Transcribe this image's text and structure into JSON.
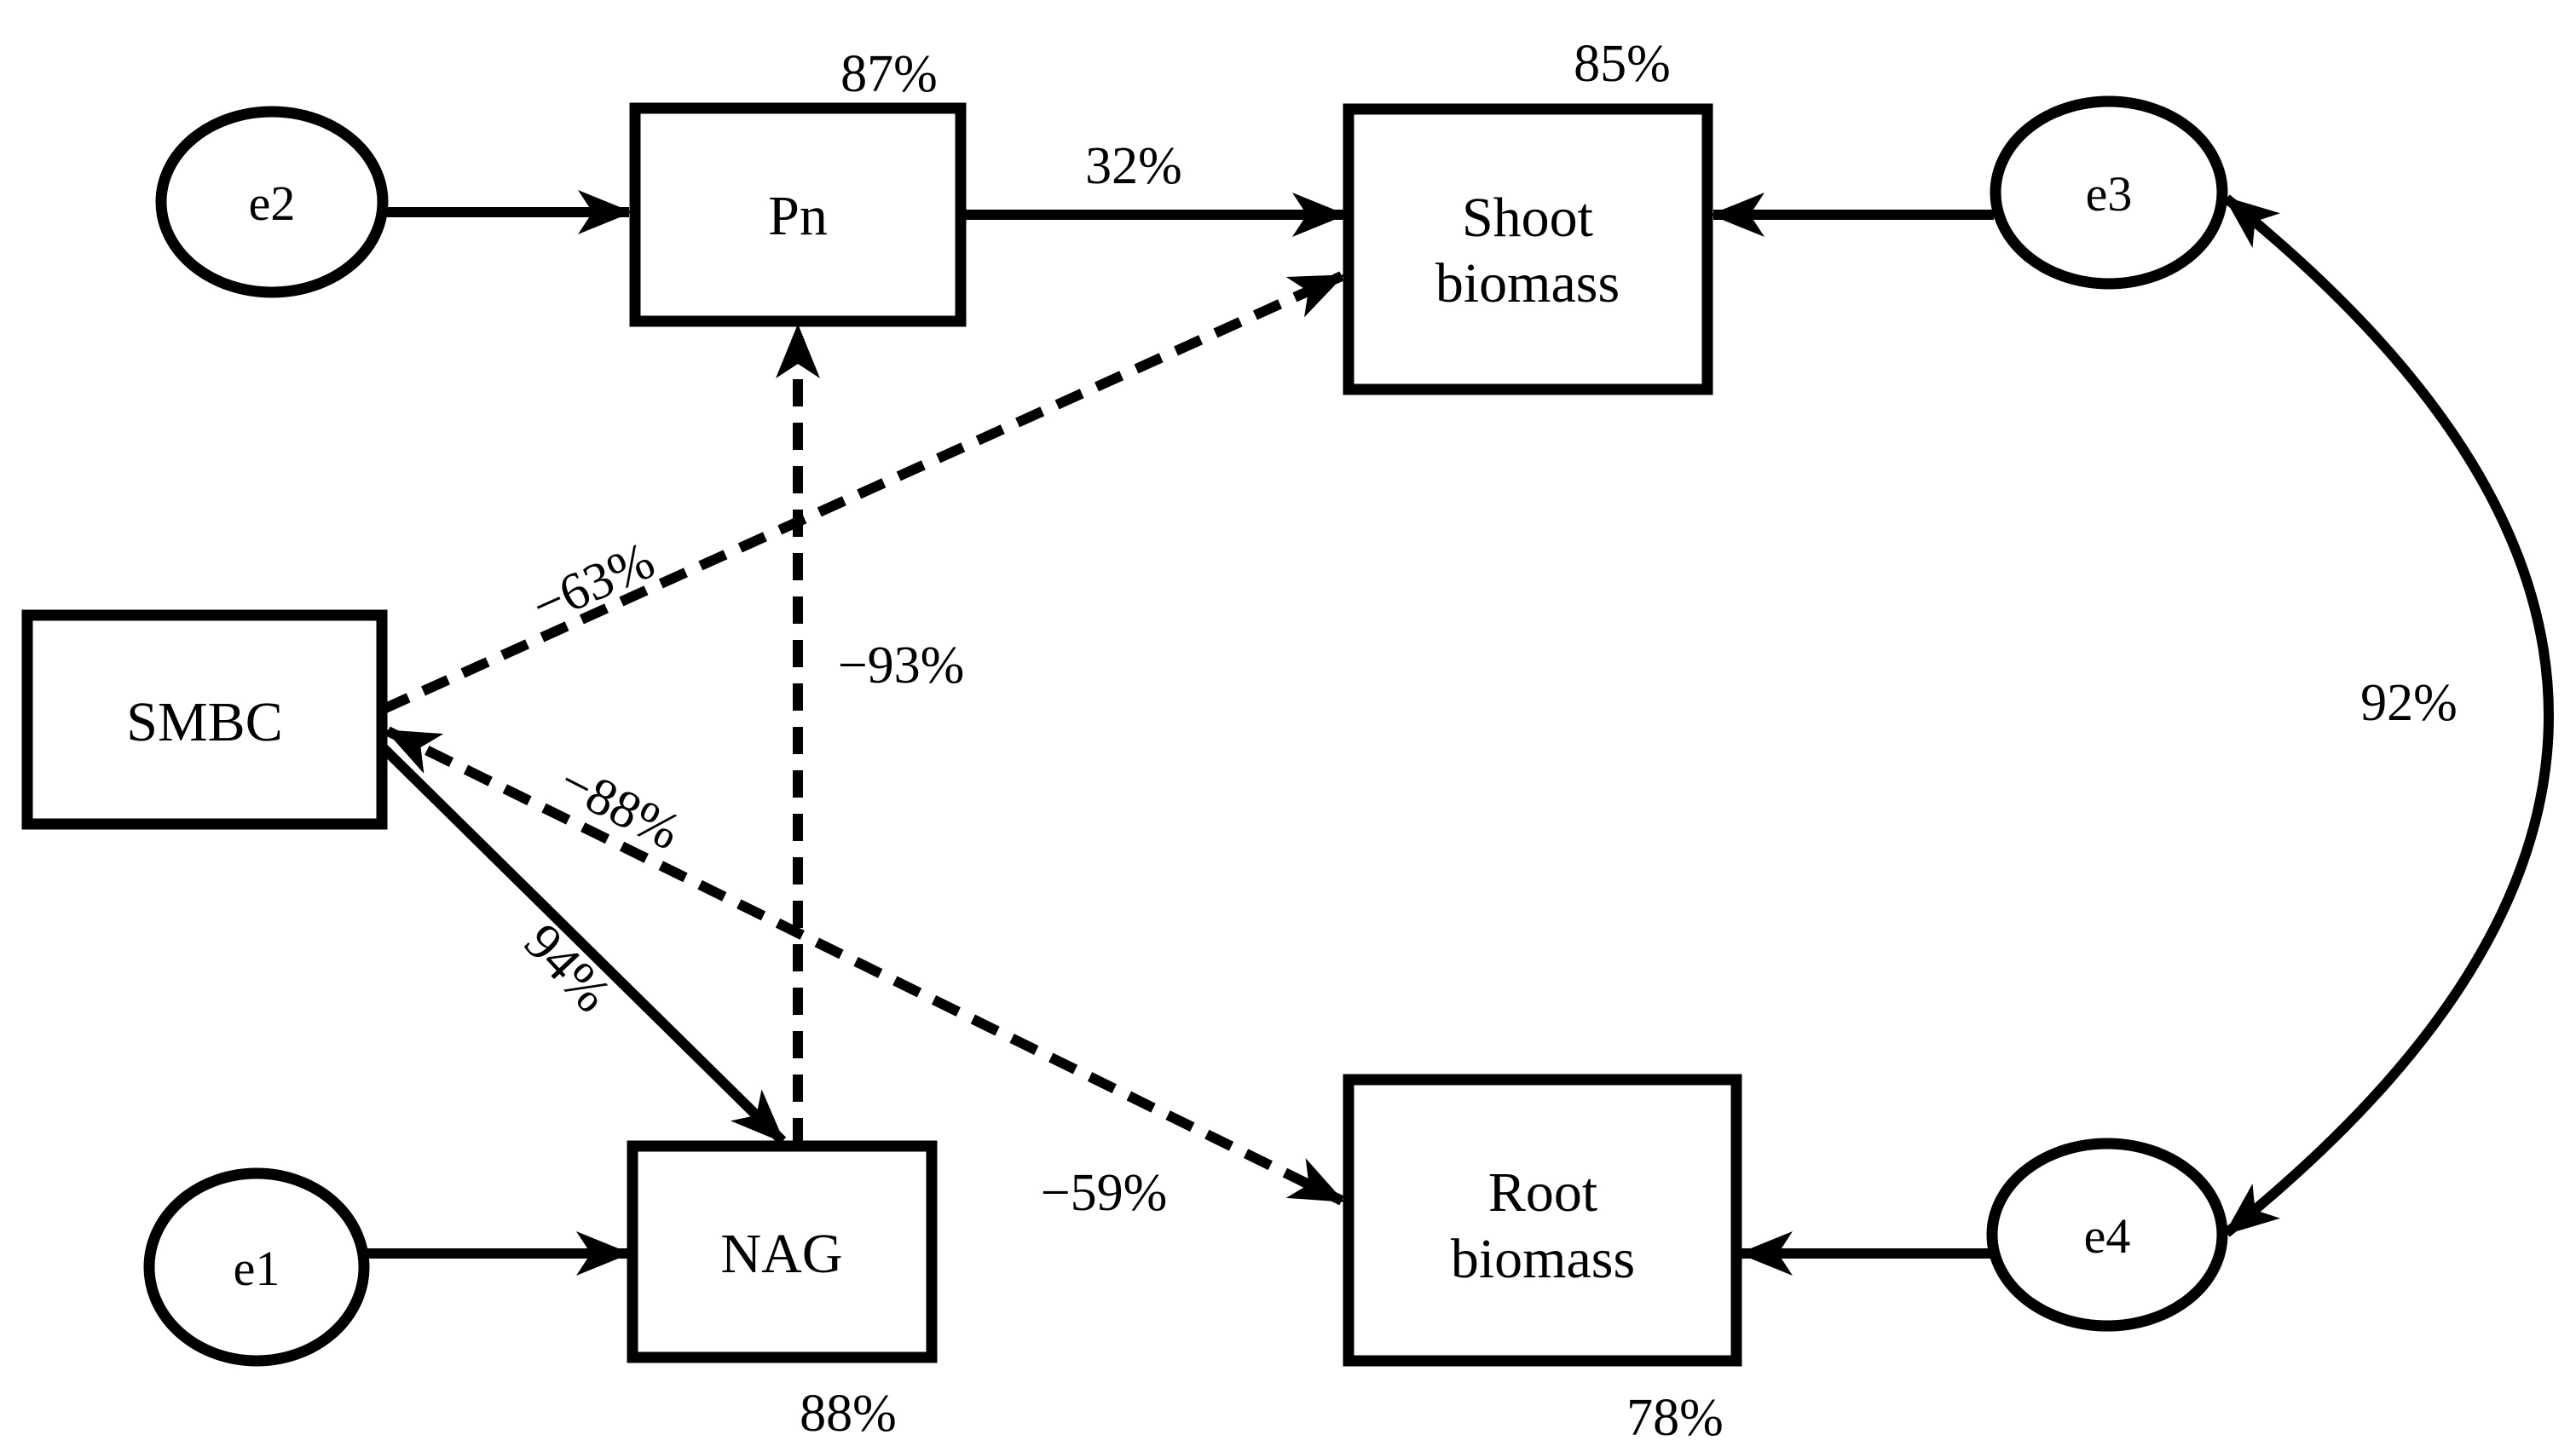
{
  "diagram": {
    "kind": "structural-equation-path-diagram",
    "background_color": "#ffffff",
    "line_color": "#000000",
    "text_color": "#000000",
    "nodes": {
      "e1": {
        "shape": "ellipse",
        "label": "e1"
      },
      "e2": {
        "shape": "ellipse",
        "label": "e2"
      },
      "e3": {
        "shape": "ellipse",
        "label": "e3"
      },
      "e4": {
        "shape": "ellipse",
        "label": "e4"
      },
      "pn": {
        "shape": "rect",
        "label": "Pn",
        "variance": "87%"
      },
      "smbc": {
        "shape": "rect",
        "label": "SMBC"
      },
      "nag": {
        "shape": "rect",
        "label": "NAG",
        "variance": "88%"
      },
      "shoot": {
        "shape": "rect",
        "line1": "Shoot",
        "line2": "biomass",
        "variance": "85%"
      },
      "root": {
        "shape": "rect",
        "line1": "Root",
        "line2": "biomass",
        "variance": "78%"
      }
    },
    "edges": {
      "e2_pn": {
        "from": "e2",
        "to": "pn",
        "style": "solid"
      },
      "e1_nag": {
        "from": "e1",
        "to": "nag",
        "style": "solid"
      },
      "e3_shoot": {
        "from": "e3",
        "to": "shoot",
        "style": "solid"
      },
      "e4_root": {
        "from": "e4",
        "to": "root",
        "style": "solid"
      },
      "pn_shoot": {
        "from": "pn",
        "to": "shoot",
        "style": "solid",
        "label": "32%"
      },
      "smbc_nag": {
        "from": "smbc",
        "to": "nag",
        "style": "solid",
        "label": "94%"
      },
      "nag_pn": {
        "from": "nag",
        "to": "pn",
        "style": "dashed",
        "label": "−93%"
      },
      "smbc_shoot": {
        "from": "smbc",
        "to": "shoot",
        "style": "dashed",
        "label": "−63%"
      },
      "smbc_root": {
        "from": "smbc",
        "to": "root",
        "style": "dashed",
        "double_headed": true,
        "label_start": "−88%",
        "label_end": "−59%"
      },
      "e3_e4": {
        "from": "e3",
        "to": "e4",
        "style": "solid",
        "curved": true,
        "double_headed": true,
        "label": "92%"
      }
    }
  }
}
